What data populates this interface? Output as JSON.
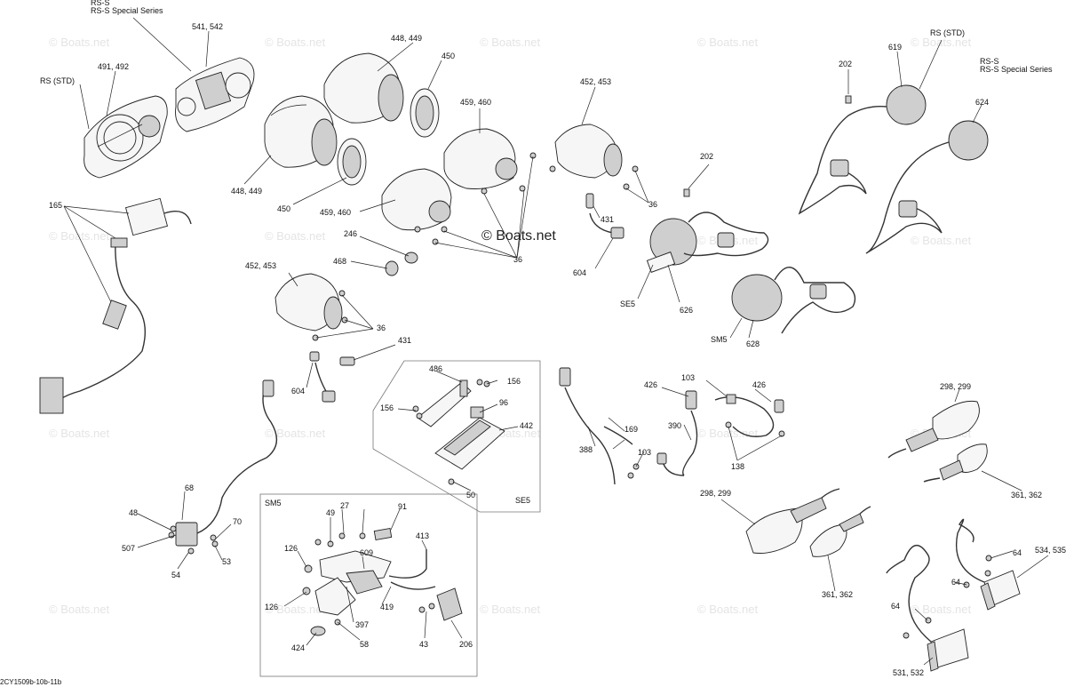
{
  "watermarks": {
    "repeat_text": "© Boats.net",
    "center_text": "© Boats.net"
  },
  "drawing_ref": "2CY1509b-10b-11b",
  "variant_labels": {
    "rs_std_left": "RS (STD)",
    "rs_s_top": "RS-S",
    "rs_s_special_top": "RS-S Special Series",
    "rs_std_right": "RS (STD)",
    "rs_s_right": "RS-S",
    "rs_s_special_right": "RS-S Special Series"
  },
  "group_labels": {
    "se5_box": "SE5",
    "sm5_box": "SM5",
    "se5_switch": "SE5",
    "sm5_switch": "SM5"
  },
  "callouts": [
    {
      "id": "c491",
      "text": "491, 492"
    },
    {
      "id": "c541",
      "text": "541, 542"
    },
    {
      "id": "c448a",
      "text": "448, 449"
    },
    {
      "id": "c450a",
      "text": "450"
    },
    {
      "id": "c448b",
      "text": "448, 449"
    },
    {
      "id": "c450b",
      "text": "450"
    },
    {
      "id": "c459a",
      "text": "459, 460"
    },
    {
      "id": "c459b",
      "text": "459, 460"
    },
    {
      "id": "c452a",
      "text": "452, 453"
    },
    {
      "id": "c452b",
      "text": "452, 453"
    },
    {
      "id": "c246",
      "text": "246"
    },
    {
      "id": "c468",
      "text": "468"
    },
    {
      "id": "c36a",
      "text": "36"
    },
    {
      "id": "c36b",
      "text": "36"
    },
    {
      "id": "c36c",
      "text": "36"
    },
    {
      "id": "c36d",
      "text": "36"
    },
    {
      "id": "c431a",
      "text": "431"
    },
    {
      "id": "c431b",
      "text": "431"
    },
    {
      "id": "c604a",
      "text": "604"
    },
    {
      "id": "c604b",
      "text": "604"
    },
    {
      "id": "c165",
      "text": "165"
    },
    {
      "id": "c202a",
      "text": "202"
    },
    {
      "id": "c202b",
      "text": "202"
    },
    {
      "id": "c619",
      "text": "619"
    },
    {
      "id": "c624",
      "text": "624"
    },
    {
      "id": "c626",
      "text": "626"
    },
    {
      "id": "c628",
      "text": "628"
    },
    {
      "id": "c486",
      "text": "486"
    },
    {
      "id": "c156a",
      "text": "156"
    },
    {
      "id": "c156b",
      "text": "156"
    },
    {
      "id": "c96",
      "text": "96"
    },
    {
      "id": "c442",
      "text": "442"
    },
    {
      "id": "c50",
      "text": "50"
    },
    {
      "id": "c426a",
      "text": "426"
    },
    {
      "id": "c426b",
      "text": "426"
    },
    {
      "id": "c103a",
      "text": "103"
    },
    {
      "id": "c103b",
      "text": "103"
    },
    {
      "id": "c169",
      "text": "169"
    },
    {
      "id": "c388",
      "text": "388"
    },
    {
      "id": "c390",
      "text": "390"
    },
    {
      "id": "c138",
      "text": "138"
    },
    {
      "id": "c298a",
      "text": "298, 299"
    },
    {
      "id": "c298b",
      "text": "298, 299"
    },
    {
      "id": "c361a",
      "text": "361, 362"
    },
    {
      "id": "c361b",
      "text": "361, 362"
    },
    {
      "id": "c534",
      "text": "534, 535"
    },
    {
      "id": "c64a",
      "text": "64"
    },
    {
      "id": "c64b",
      "text": "64"
    },
    {
      "id": "c64c",
      "text": "64"
    },
    {
      "id": "c531",
      "text": "531, 532"
    },
    {
      "id": "c68",
      "text": "68"
    },
    {
      "id": "c48",
      "text": "48"
    },
    {
      "id": "c70",
      "text": "70"
    },
    {
      "id": "c507",
      "text": "507"
    },
    {
      "id": "c53",
      "text": "53"
    },
    {
      "id": "c54",
      "text": "54"
    },
    {
      "id": "c49",
      "text": "49"
    },
    {
      "id": "c27",
      "text": "27"
    },
    {
      "id": "c91",
      "text": "91"
    },
    {
      "id": "c126a",
      "text": "126"
    },
    {
      "id": "c126b",
      "text": "126"
    },
    {
      "id": "c609",
      "text": "609"
    },
    {
      "id": "c413",
      "text": "413"
    },
    {
      "id": "c419",
      "text": "419"
    },
    {
      "id": "c397",
      "text": "397"
    },
    {
      "id": "c424",
      "text": "424"
    },
    {
      "id": "c58",
      "text": "58"
    },
    {
      "id": "c43",
      "text": "43"
    },
    {
      "id": "c206",
      "text": "206"
    }
  ]
}
